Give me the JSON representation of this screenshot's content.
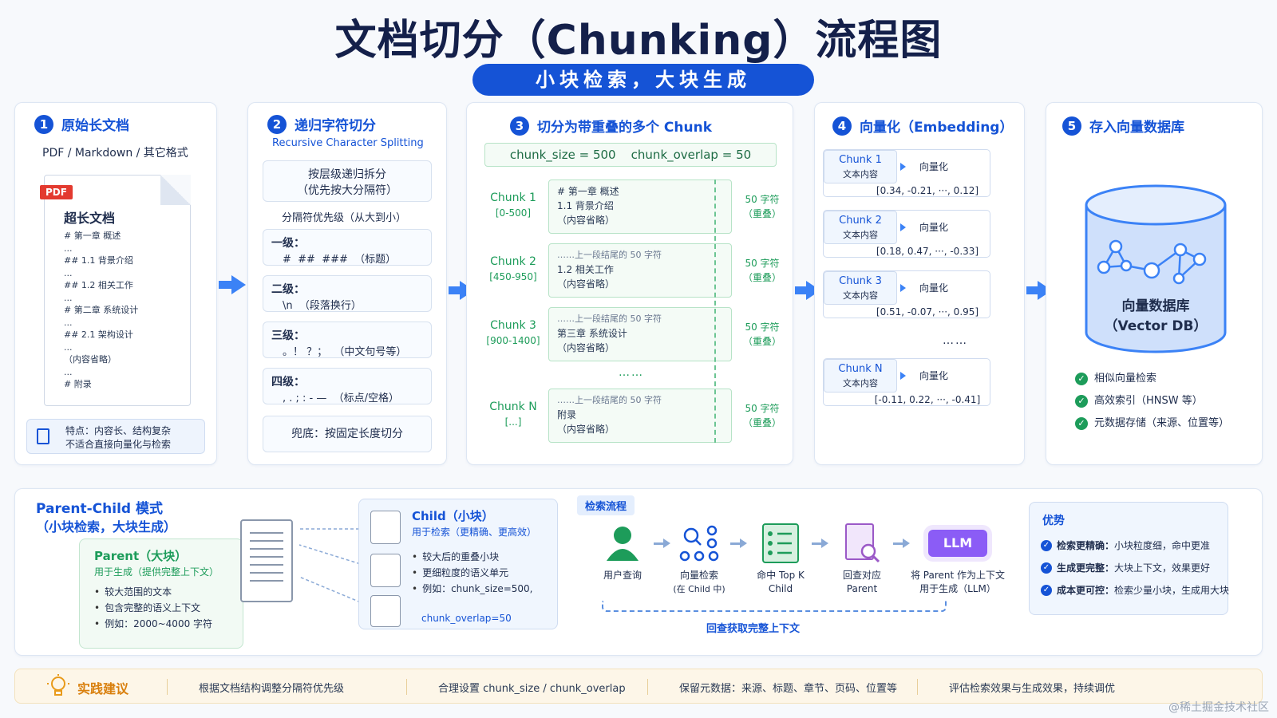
{
  "title": "文档切分（Chunking）流程图",
  "subtitle": "小块检索，大块生成",
  "step1": {
    "num": "1",
    "title": "原始长文档",
    "formats": "PDF / Markdown / 其它格式",
    "badge": "PDF",
    "doc_title": "超长文档",
    "doc_lines": [
      "# 第一章 概述",
      "...",
      "## 1.1 背景介绍",
      "...",
      "## 1.2 相关工作",
      "...",
      "# 第二章 系统设计",
      "...",
      "## 2.1 架构设计",
      "...",
      "（内容省略）",
      "...",
      "# 附录"
    ],
    "note1": "特点：内容长、结构复杂",
    "note2": "不适合直接向量化与检索"
  },
  "step2": {
    "num": "2",
    "title": "递归字符切分",
    "subtitle": "Recursive Character Splitting",
    "head1": "按层级递归拆分",
    "head2": "（优先按大分隔符）",
    "priority": "分隔符优先级（从大到小）",
    "levels": [
      {
        "name": "一级：",
        "desc": "#  ##  ###  （标题）"
      },
      {
        "name": "二级：",
        "desc": "\\n  （段落换行）"
      },
      {
        "name": "三级：",
        "desc": "。！ ？；  （中文句号等）"
      },
      {
        "name": "四级：",
        "desc": ", . ; : - —  （标点/空格）"
      }
    ],
    "fallback": "兜底：按固定长度切分"
  },
  "step3": {
    "num": "3",
    "title": "切分为带重叠的多个 Chunk",
    "config": "chunk_size = 500    chunk_overlap = 50",
    "chunks": [
      {
        "name": "Chunk 1",
        "range": "[0-500]",
        "l1": "# 第一章 概述",
        "l2": "1.1 背景介绍",
        "l3": "（内容省略）"
      },
      {
        "name": "Chunk 2",
        "range": "[450-950]",
        "l1": "……上一段结尾的 50 字符",
        "l2": "1.2 相关工作",
        "l3": "（内容省略）"
      },
      {
        "name": "Chunk 3",
        "range": "[900-1400]",
        "l1": "……上一段结尾的 50 字符",
        "l2": "第三章 系统设计",
        "l3": "（内容省略）"
      },
      {
        "name": "Chunk N",
        "range": "[...]",
        "l1": "……上一段结尾的 50 字符",
        "l2": "附录",
        "l3": "（内容省略）"
      }
    ],
    "overlap1": "50 字符",
    "overlap2": "（重叠）",
    "ellipsis": "……"
  },
  "step4": {
    "num": "4",
    "title": "向量化（Embedding）",
    "items": [
      {
        "name": "Chunk 1",
        "sub": "文本内容",
        "op": "向量化",
        "vec": "[0.34, -0.21, ···, 0.12]"
      },
      {
        "name": "Chunk 2",
        "sub": "文本内容",
        "op": "向量化",
        "vec": "[0.18, 0.47, ···, -0.33]"
      },
      {
        "name": "Chunk 3",
        "sub": "文本内容",
        "op": "向量化",
        "vec": "[0.51, -0.07, ···, 0.95]"
      },
      {
        "name": "Chunk N",
        "sub": "文本内容",
        "op": "向量化",
        "vec": "[-0.11, 0.22, ···, -0.41]"
      }
    ],
    "ellipsis": "……"
  },
  "step5": {
    "num": "5",
    "title": "存入向量数据库",
    "db1": "向量数据库",
    "db2": "（Vector DB）",
    "features": [
      "相似向量检索",
      "高效索引（HNSW 等）",
      "元数据存储（来源、位置等）"
    ]
  },
  "parent_child": {
    "title": "Parent-Child 模式",
    "subtitle": "（小块检索，大块生成）",
    "parent_title": "Parent（大块）",
    "parent_use": "用于生成（提供完整上下文）",
    "parent_points": [
      "较大范围的文本",
      "包含完整的语义上下文",
      "例如：2000~4000 字符"
    ],
    "child_title": "Child（小块）",
    "child_use": "用于检索（更精确、更高效）",
    "child_points": [
      "较大后的重叠小块",
      "更细粒度的语义单元",
      "例如：chunk_size=500,"
    ],
    "child_point_extra": "chunk_overlap=50"
  },
  "retrieval": {
    "tag": "检索流程",
    "steps": [
      {
        "l1": "用户查询",
        "l2": ""
      },
      {
        "l1": "向量检索",
        "l2": "(在 Child 中)"
      },
      {
        "l1": "命中 Top K",
        "l2": "Child"
      },
      {
        "l1": "回查对应",
        "l2": "Parent"
      },
      {
        "l1": "将 Parent 作为上下文",
        "l2": "用于生成（LLM）"
      }
    ],
    "llm": "LLM",
    "back": "回查获取完整上下文"
  },
  "advantages": {
    "title": "优势",
    "items": [
      {
        "k": "检索更精确：",
        "v": "小块粒度细，命中更准"
      },
      {
        "k": "生成更完整：",
        "v": "大块上下文，效果更好"
      },
      {
        "k": "成本更可控：",
        "v": "检索少量小块，生成用大块"
      }
    ]
  },
  "tips": {
    "title": "实践建议",
    "items": [
      "根据文档结构调整分隔符优先级",
      "合理设置 chunk_size / chunk_overlap",
      "保留元数据：来源、标题、章节、页码、位置等",
      "评估检索效果与生成效果，持续调优"
    ]
  },
  "watermark": "@稀土掘金技术社区",
  "colors": {
    "accent": "#1553d6",
    "green": "#1d9c5a",
    "arrow": "#3b82f6"
  }
}
